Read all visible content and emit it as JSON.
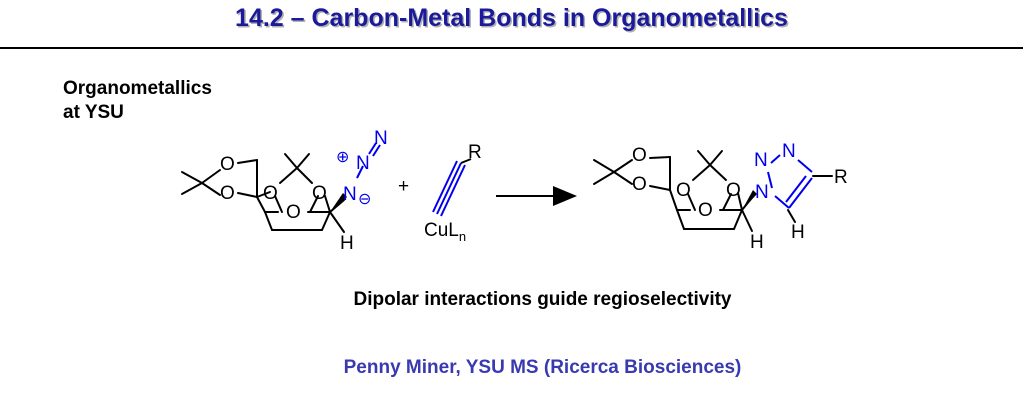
{
  "header": {
    "title": "14.2 – Carbon-Metal Bonds in Organometallics"
  },
  "sidebar": {
    "line1": "Organometallics",
    "line2": "at YSU"
  },
  "scheme": {
    "reactant_atoms": {
      "o1": "O",
      "o2": "O",
      "o3": "O",
      "o4": "O",
      "o5": "O",
      "n1": "N",
      "n2": "N",
      "n3": "N",
      "h": "H",
      "plus_charge": "⊕",
      "minus_charge": "⊖"
    },
    "plus_sign": "+",
    "alkyne": {
      "r": "R",
      "cu": "CuL",
      "sub": "n"
    },
    "product_atoms": {
      "o1": "O",
      "o2": "O",
      "o3": "O",
      "o4": "O",
      "o5": "O",
      "n1": "N",
      "n2": "N",
      "n3": "N",
      "r": "R",
      "h1": "H",
      "h2": "H"
    }
  },
  "caption": "Dipolar interactions guide regioselectivity",
  "credit": "Penny Miner, YSU MS (Ricerca Biosciences)",
  "colors": {
    "title": "#1a1a9a",
    "credit": "#3a3ab0",
    "azide_blue": "#0000ee",
    "rule": "#000000"
  }
}
